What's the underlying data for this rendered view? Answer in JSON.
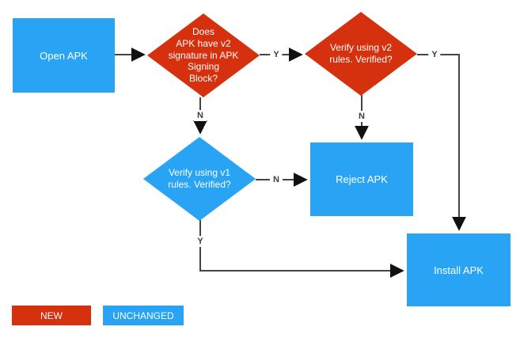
{
  "diagram": {
    "description": "APK v2 signature verification flowchart",
    "colors": {
      "new": "#d5310f",
      "unchanged": "#29a4f5",
      "line": "#444444",
      "arrowhead": "#111111",
      "edge_label_text": "#3a3f42",
      "node_text": "#ffffff",
      "background": "#ffffff"
    },
    "nodes": {
      "open_apk": {
        "label": "Open APK",
        "type": "process",
        "status": "unchanged"
      },
      "has_v2": {
        "label": "Does\nAPK have v2\nsignature in APK\nSigning\nBlock?",
        "type": "decision",
        "status": "new"
      },
      "verify_v2": {
        "label": "Verify using v2\nrules. Verified?",
        "type": "decision",
        "status": "new"
      },
      "verify_v1": {
        "label": "Verify using v1\nrules. Verified?",
        "type": "decision",
        "status": "unchanged"
      },
      "reject_apk": {
        "label": "Reject APK",
        "type": "process",
        "status": "unchanged"
      },
      "install_apk": {
        "label": "Install APK",
        "type": "process",
        "status": "unchanged"
      }
    },
    "edges": {
      "open_to_has_v2": {
        "from": "open_apk",
        "to": "has_v2",
        "label": ""
      },
      "has_v2_yes": {
        "from": "has_v2",
        "to": "verify_v2",
        "label": "Y"
      },
      "has_v2_no": {
        "from": "has_v2",
        "to": "verify_v1",
        "label": "N"
      },
      "verify_v2_yes": {
        "from": "verify_v2",
        "to": "install_apk",
        "label": "Y"
      },
      "verify_v2_no": {
        "from": "verify_v2",
        "to": "reject_apk",
        "label": "N"
      },
      "verify_v1_no": {
        "from": "verify_v1",
        "to": "reject_apk",
        "label": "N"
      },
      "verify_v1_yes": {
        "from": "verify_v1",
        "to": "install_apk",
        "label": "Y"
      }
    },
    "legend": {
      "new_label": "NEW",
      "unchanged_label": "UNCHANGED"
    }
  }
}
